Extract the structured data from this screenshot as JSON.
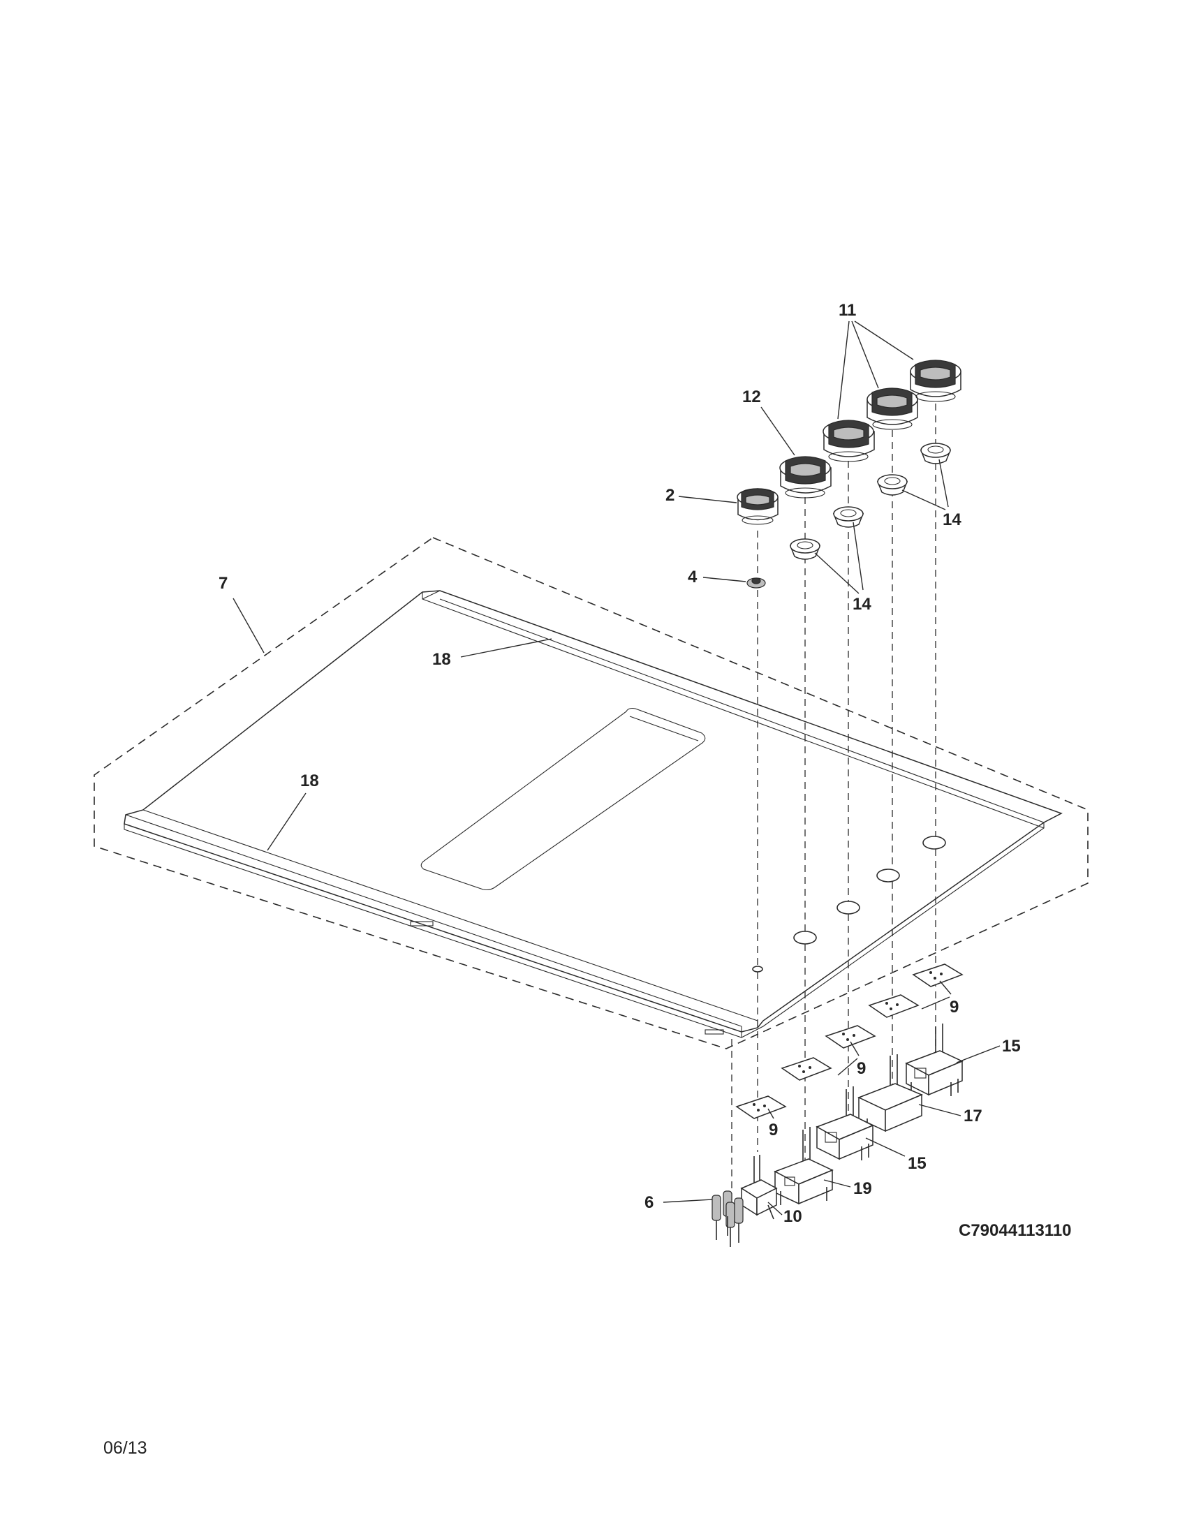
{
  "diagram": {
    "drawing_code": "C79044113110",
    "date": "06/13",
    "callouts": {
      "c2": "2",
      "c4": "4",
      "c6": "6",
      "c7": "7",
      "c9a": "9",
      "c9b": "9",
      "c9c": "9",
      "c10": "10",
      "c11": "11",
      "c12": "12",
      "c14a": "14",
      "c14b": "14",
      "c15a": "15",
      "c15b": "15",
      "c17": "17",
      "c18a": "18",
      "c18b": "18",
      "c19": "19"
    }
  }
}
